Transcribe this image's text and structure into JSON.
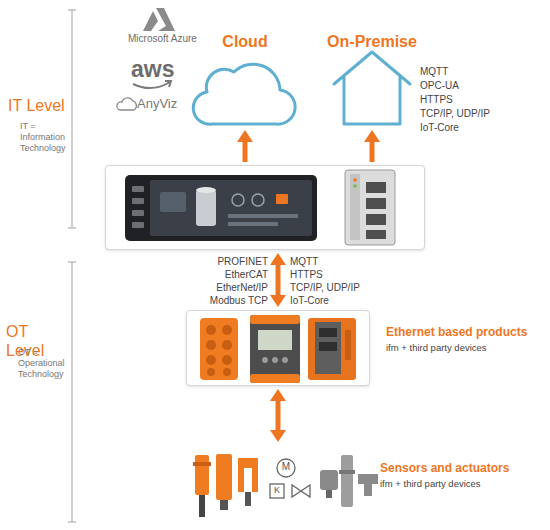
{
  "diagram": {
    "nodes": [
      {
        "text": [
          "Cloud"
        ]
      },
      {
        "text": [
          "On-Premise"
        ]
      },
      {
        "text": []
      },
      {
        "text": [
          "Ethernet based products",
          "ifm + third party devices"
        ]
      },
      {
        "text": [
          "Sensors and actuators",
          "ifm + third party devices"
        ]
      }
    ],
    "edges": [
      {
        "from": 2,
        "to": 0,
        "arrow": "to"
      },
      {
        "from": 2,
        "to": 1,
        "arrow": "to"
      },
      {
        "from": 2,
        "to": 3,
        "arrow": "both"
      },
      {
        "from": 3,
        "to": 4,
        "arrow": "both"
      }
    ],
    "labels": [
      "Microsoft Azure",
      "aws",
      "AnyViz",
      "IT Level",
      "IT = Information Technology",
      "MQTT",
      "OPC-UA",
      "HTTPS",
      "TCP/IP, UDP/IP",
      "IoT-Core",
      "PROFINET",
      "EtherCAT",
      "EtherNet/IP",
      "Modbus TCP",
      "MQTT",
      "HTTPS",
      "TCP/IP, UDP/IP",
      "IoT-Core",
      "OT Level",
      "OT = Operational Technology",
      "M",
      "K"
    ]
  }
}
